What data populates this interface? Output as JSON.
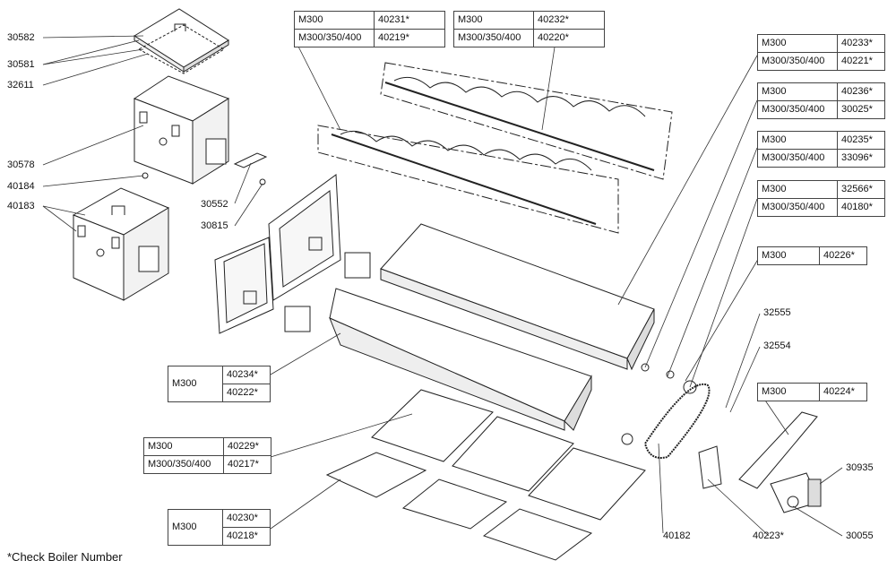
{
  "labels": {
    "l30582": "30582",
    "l30581": "30581",
    "l32611": "32611",
    "l30578": "30578",
    "l40184": "40184",
    "l40183": "40183",
    "l30552": "30552",
    "l30815": "30815",
    "l32555": "32555",
    "l32554": "32554",
    "l30935": "30935",
    "l30055": "30055",
    "l40182": "40182",
    "l40223": "40223*"
  },
  "tables": {
    "t1": {
      "r1a": "M300",
      "r1b": "40231*",
      "r2a": "M300/350/400",
      "r2b": "40219*"
    },
    "t2": {
      "r1a": "M300",
      "r1b": "40232*",
      "r2a": "M300/350/400",
      "r2b": "40220*"
    },
    "t3": {
      "r1a": "M300",
      "r1b": "40233*",
      "r2a": "M300/350/400",
      "r2b": "40221*"
    },
    "t4": {
      "r1a": "M300",
      "r1b": "40236*",
      "r2a": "M300/350/400",
      "r2b": "30025*"
    },
    "t5": {
      "r1a": "M300",
      "r1b": "40235*",
      "r2a": "M300/350/400",
      "r2b": "33096*"
    },
    "t6": {
      "r1a": "M300",
      "r1b": "32566*",
      "r2a": "M300/350/400",
      "r2b": "40180*"
    },
    "t7": {
      "r1a": "M300",
      "r1b": "40226*"
    },
    "t8": {
      "r1a": "M300",
      "r1b": "40224*"
    },
    "t9": {
      "a": "M300",
      "b1": "40234*",
      "b2": "40222*"
    },
    "t10": {
      "r1a": "M300",
      "r1b": "40229*",
      "r2a": "M300/350/400",
      "r2b": "40217*"
    },
    "t11": {
      "a": "M300",
      "b1": "40230*",
      "b2": "40218*"
    }
  },
  "footnote": "*Check Boiler Number"
}
